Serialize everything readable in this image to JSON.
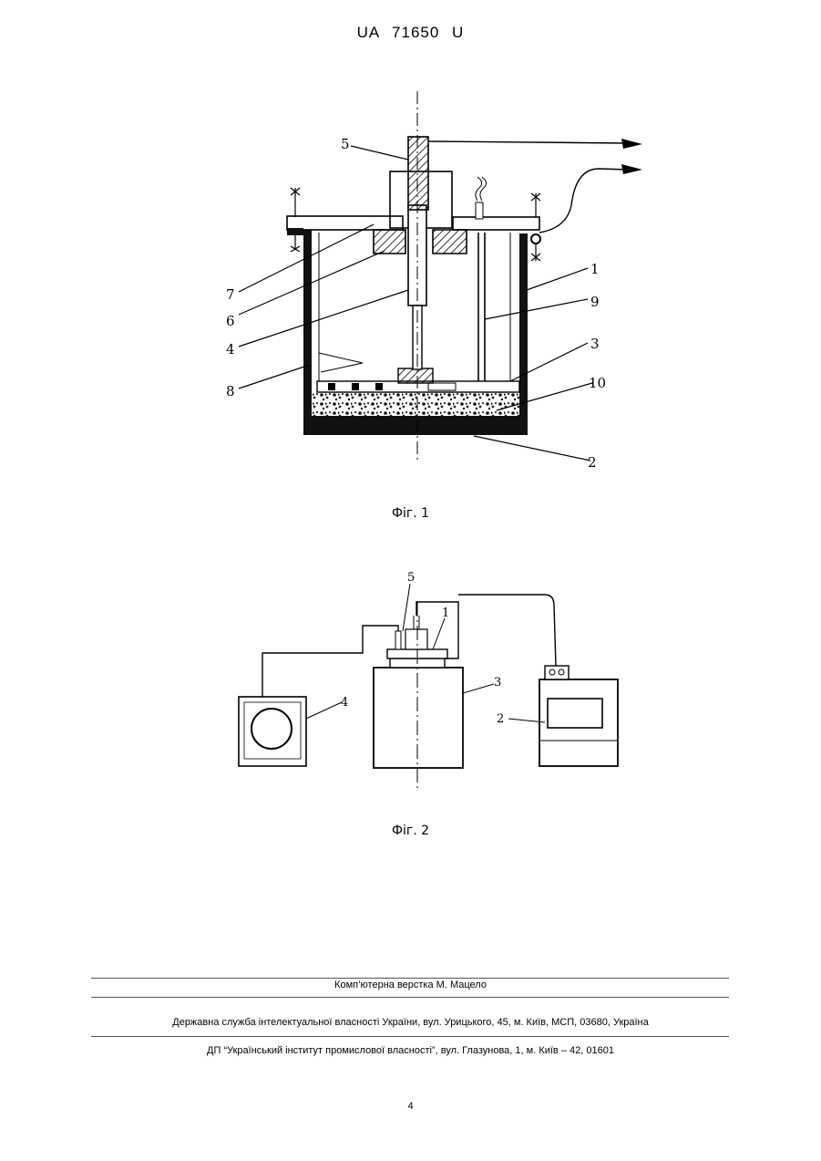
{
  "header": {
    "patent_number": "UA   71650   U"
  },
  "figures": {
    "fig1": {
      "caption": "Фіг. 1",
      "labels": {
        "l1": "1",
        "l2": "2",
        "l3": "3",
        "l4": "4",
        "l5": "5",
        "l6": "6",
        "l7": "7",
        "l8": "8",
        "l9": "9",
        "l10": "10"
      }
    },
    "fig2": {
      "caption": "Фіг. 2",
      "labels": {
        "l1": "1",
        "l2": "2",
        "l3": "3",
        "l4": "4",
        "l5": "5"
      }
    }
  },
  "footer": {
    "layout_credit": "Комп’ютерна верстка М. Мацело",
    "agency": "Державна служба інтелектуальної власності України, вул. Урицького, 45, м. Київ, МСП, 03680, Україна",
    "institute": "ДП “Український інститут промислової власності”, вул. Глазунова, 1, м. Київ – 42, 01601",
    "page_number": "4"
  }
}
